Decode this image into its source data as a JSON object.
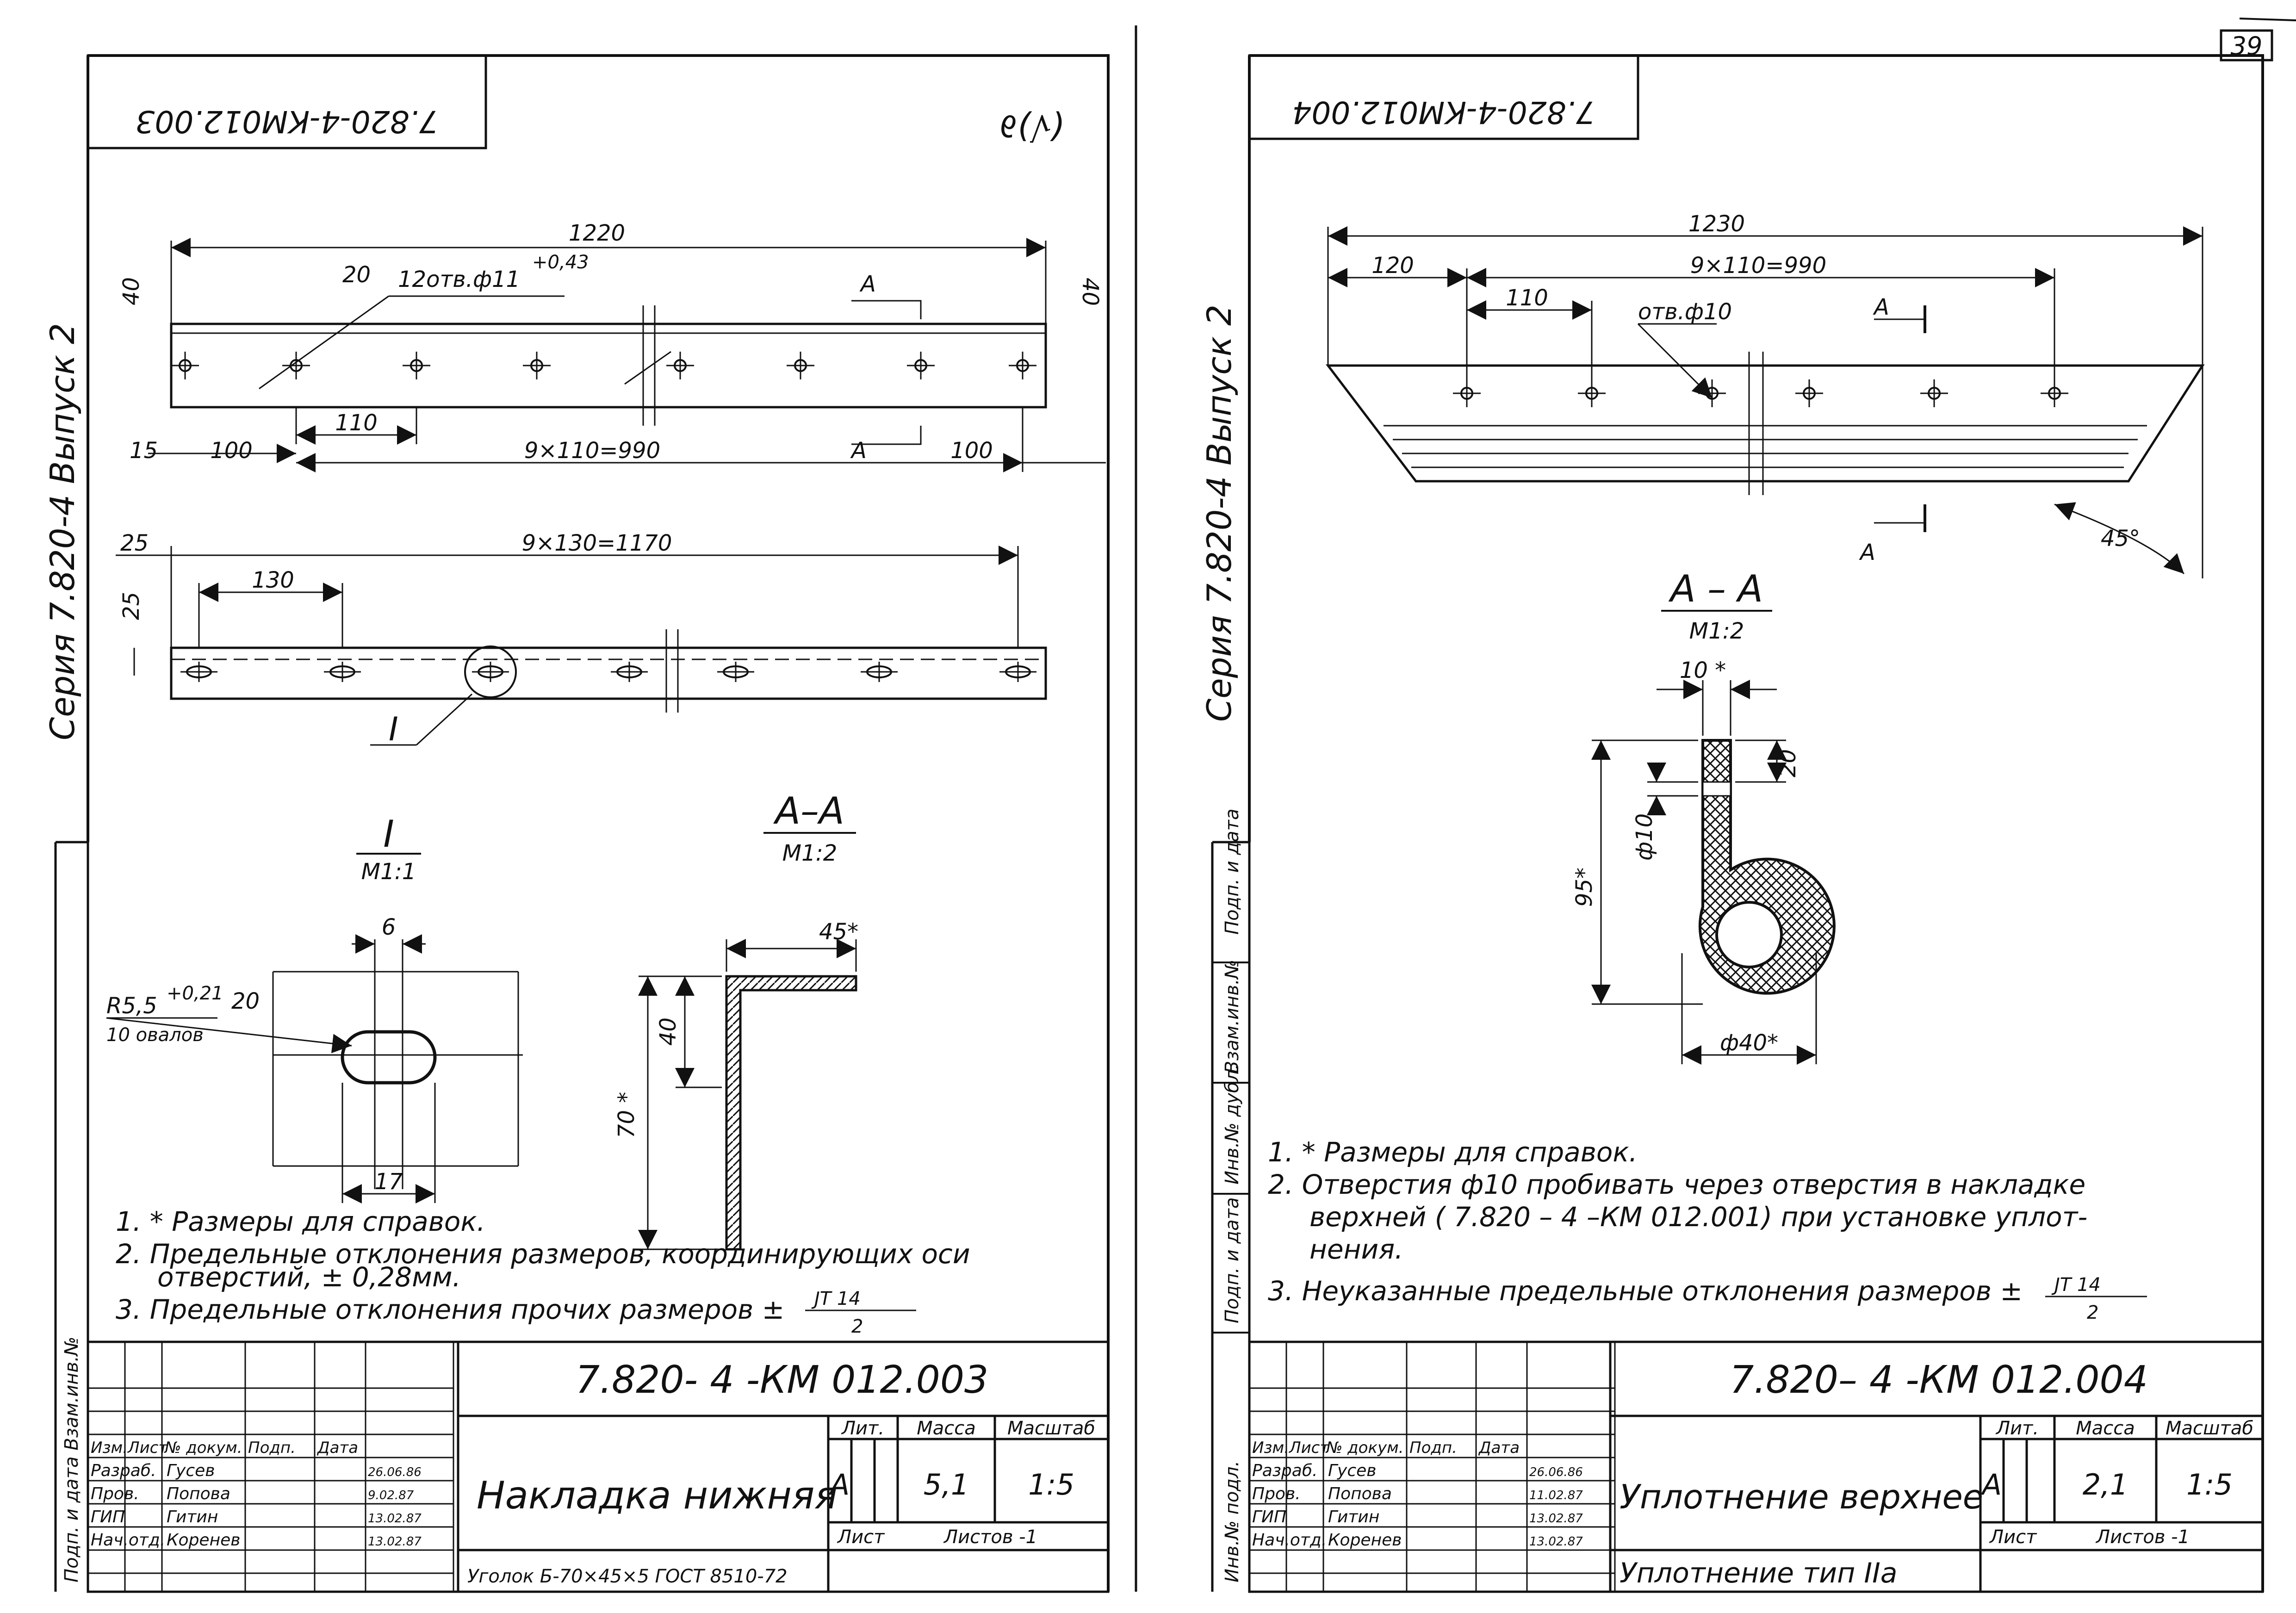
{
  "sheet_number": "39",
  "left": {
    "stamp_code": "7.820-4-КМ012.003",
    "roughness": "(√)∂",
    "margin_text": "Серия 7.820-4    Выпуск 2",
    "dims": {
      "d1220": "1220",
      "d40a": "40",
      "d40b": "40",
      "d20": "20",
      "holes": "12отв.ф11",
      "holes_tol": "+0,43",
      "d110a": "110",
      "d15": "15",
      "d100a": "100",
      "d990": "9×110=990",
      "d100b": "100",
      "d25a": "25",
      "d25b": "25",
      "d1170": "9×130=1170",
      "d130": "130",
      "cutA1": "А",
      "cutA2": "А",
      "callout": "I"
    },
    "detail_I": {
      "label": "I",
      "scale": "М1:1",
      "d6": "6",
      "r": "R5,5",
      "r_tol": "+0,21",
      "d20": "20",
      "ovals": "10 овалов",
      "d17": "17"
    },
    "section_AA": {
      "label": "А–А",
      "scale": "М1:2",
      "d45": "45*",
      "d40": "40",
      "d70": "70 *"
    },
    "notes": [
      "1. * Размеры для справок.",
      "2. Предельные отклонения размеров, координирующих оси",
      "отверстий, ± 0,28мм.",
      "3. Предельные отклонения прочих размеров ±"
    ],
    "it": "JT 14",
    "it_den": "2",
    "title_block": {
      "code": "7.820- 4 -КМ 012.003",
      "header": [
        "Изм.",
        "Лист",
        "№ докум.",
        "Подп.",
        "Дата"
      ],
      "rows": [
        [
          "Разраб.",
          "Гусев",
          "26.06.86"
        ],
        [
          "Пров.",
          "Попова",
          "9.02.87"
        ],
        [
          "ГИП",
          "Гитин",
          "13.02.87"
        ],
        [
          "Нач.отд.",
          "Коренев",
          "13.02.87"
        ]
      ],
      "name": "Накладка нижняя",
      "lit_label": "Лит.",
      "mass_label": "Масса",
      "scale_label": "Масштаб",
      "lit": "А",
      "mass": "5,1",
      "scale": "1:5",
      "sheet_label": "Лист",
      "sheets_label": "Листов -1",
      "material": "Уголок Б-70×45×5 ГОСТ 8510-72"
    },
    "stamp_vertical": "Подп. и дата  Взам.инв.№"
  },
  "right": {
    "stamp_code": "7.820-4-КМ012.004",
    "margin_text": "Серия 7.820-4    Выпуск 2",
    "dims": {
      "d1230": "1230",
      "d120": "120",
      "d990": "9×110=990",
      "d110": "110",
      "holes": "отв.ф10",
      "cutA1": "А",
      "cutA2": "А",
      "angle": "45°"
    },
    "section_AA": {
      "label": "А – А",
      "scale": "М1:2",
      "d10": "10 *",
      "d20": "20",
      "d10v": "ф10",
      "d95": "95*",
      "d40": "ф40*"
    },
    "notes": [
      "1. * Размеры для справок.",
      "2. Отверстия ф10 пробивать через отверстия в накладке",
      "верхней ( 7.820 – 4 –КМ 012.001) при установке уплот-",
      "нения.",
      "3. Неуказанные предельные отклонения размеров ±"
    ],
    "it": "JT 14",
    "it_den": "2",
    "title_block": {
      "code": "7.820– 4 -КМ 012.004",
      "header": [
        "Изм.",
        "Лист",
        "№ докум.",
        "Подп.",
        "Дата"
      ],
      "rows": [
        [
          "Разраб.",
          "Гусев",
          "26.06.86"
        ],
        [
          "Пров.",
          "Попова",
          "11.02.87"
        ],
        [
          "ГИП",
          "Гитин",
          "13.02.87"
        ],
        [
          "Нач.отд.",
          "Коренев",
          "13.02.87"
        ]
      ],
      "name": "Уплотнение верхнее",
      "lit_label": "Лит.",
      "mass_label": "Масса",
      "scale_label": "Масштаб",
      "lit": "А",
      "mass": "2,1",
      "scale": "1:5",
      "sheet_label": "Лист",
      "sheets_label": "Листов -1",
      "material": "Уплотнение тип IIа"
    },
    "stamp_vertical": [
      "Подп. и дата",
      "Взам.инв.№",
      "Инв.№ дубл.",
      "Подп. и дата",
      "Инв.№ подл."
    ]
  }
}
